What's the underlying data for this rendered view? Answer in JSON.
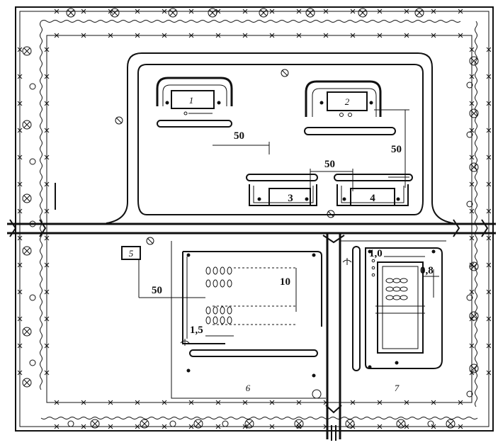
{
  "areas": {
    "a1": "1",
    "a2": "2",
    "a3": "3",
    "a4": "4",
    "a5": "5",
    "a6": "6",
    "a7": "7"
  },
  "dimensions": {
    "d50_a": "50",
    "d50_b": "50",
    "d50_c": "50",
    "d50_d": "50",
    "d10": "10",
    "d15": "1,5",
    "d10b": "1,0",
    "d08": "0,8"
  },
  "colors": {
    "ink": "#111111",
    "paper": "#ffffff"
  },
  "icons": {
    "lamp": "circle-with-x-icon",
    "post": "small-circle-icon",
    "tree": "hatched-circle-icon",
    "fence_post": "x-mark-icon"
  }
}
